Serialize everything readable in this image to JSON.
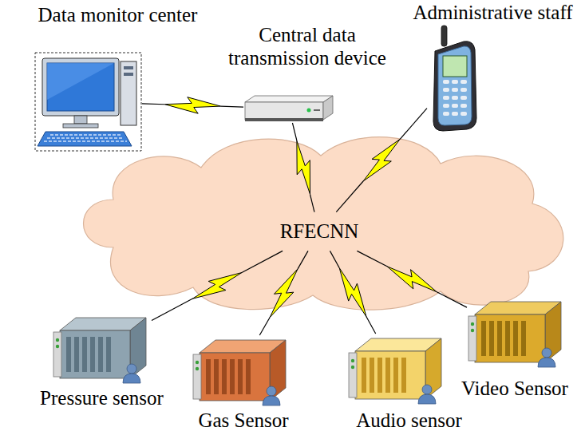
{
  "diagram": {
    "nodes": [
      {
        "text": [
          "Data monitor center"
        ]
      },
      {
        "text": [
          "Central data transmission device"
        ]
      },
      {
        "text": [
          "Administrative staff"
        ]
      },
      {
        "text": [
          "RFECNN"
        ]
      },
      {
        "text": [
          "Pressure sensor"
        ]
      },
      {
        "text": [
          "Gas Sensor"
        ]
      },
      {
        "text": [
          "Audio sensor"
        ]
      },
      {
        "text": [
          "Video Sensor"
        ]
      }
    ],
    "edges": [
      {
        "from": 0,
        "to": 1,
        "arrow": "none"
      },
      {
        "from": 1,
        "to": 3,
        "arrow": "none"
      },
      {
        "from": 2,
        "to": 3,
        "arrow": "none"
      },
      {
        "from": 3,
        "to": 4,
        "arrow": "none"
      },
      {
        "from": 3,
        "to": 5,
        "arrow": "none"
      },
      {
        "from": 3,
        "to": 6,
        "arrow": "none"
      },
      {
        "from": 3,
        "to": 7,
        "arrow": "none"
      }
    ]
  }
}
